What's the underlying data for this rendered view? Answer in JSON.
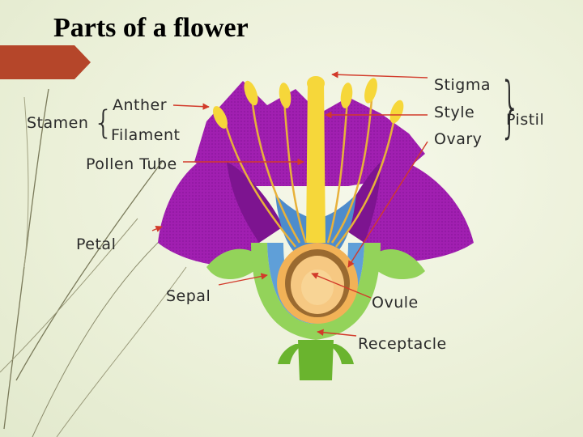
{
  "slide": {
    "title": "Parts of a flower"
  },
  "diagram": {
    "labels": {
      "stamen": "Stamen",
      "anther": "Anther",
      "filament": "Filament",
      "pollen_tube": "Pollen Tube",
      "petal": "Petal",
      "sepal": "Sepal",
      "stigma": "Stigma",
      "style": "Style",
      "ovary": "Ovary",
      "pistil": "Pistil",
      "ovule": "Ovule",
      "receptacle": "Receptacle"
    }
  },
  "colors": {
    "accent_tab": "#b5462a",
    "petal": "#a01fb0",
    "petal_dark": "#7d1490",
    "sepal": "#93d35a",
    "stem": "#6ab42e",
    "pistil_yellow": "#f6d73a",
    "ovary_orange": "#f2b257",
    "inner_blue": "#5f9fd8",
    "arrow_red": "#d23a2a",
    "background": "#eef2dd"
  },
  "icons": [
    "flower-diagram-icon",
    "decorative-strokes-icon",
    "title-tab-icon"
  ]
}
